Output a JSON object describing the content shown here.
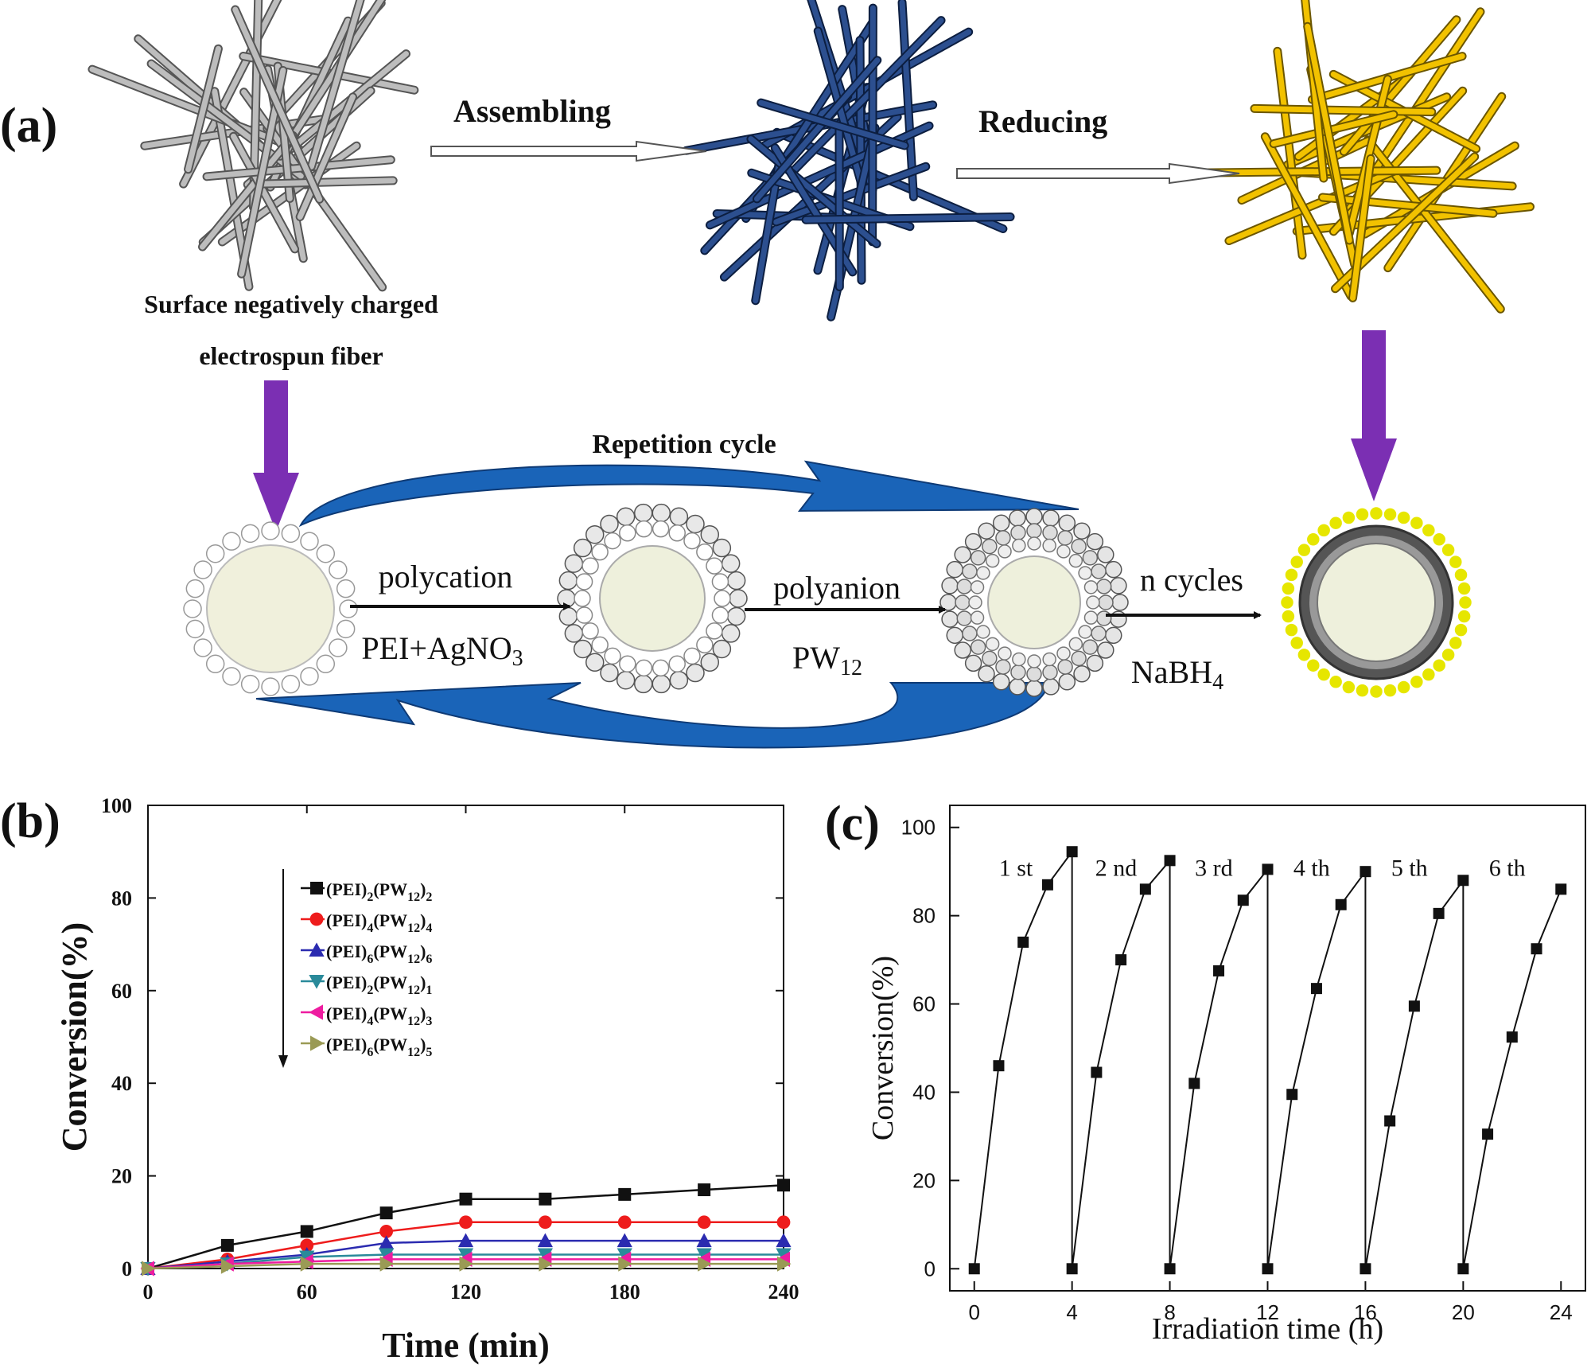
{
  "panel_a": {
    "panel_label": "(a)",
    "step_assemble": "Assembling",
    "step_reduce": "Reducing",
    "fiber_caption_line1": "Surface negatively charged",
    "fiber_caption_line2": "electrospun fiber",
    "repetition": "Repetition cycle",
    "polycation": "polycation",
    "polycation_reagent": "PEI+AgNO",
    "polycation_reagent_sub": "3",
    "polyanion": "polyanion",
    "polyanion_reagent": "PW",
    "polyanion_reagent_sub": "12",
    "n_cycles": "n cycles",
    "reducer": "NaBH",
    "reducer_sub": "4",
    "colors": {
      "fiber_gray": "#bdbdbd",
      "fiber_blue": "#1f3d75",
      "fiber_gold": "#f2c200",
      "purple": "#7b2fb3",
      "cycle_blue": "#1a64b8",
      "shell_dark": "#777777",
      "dots_yellow": "#e6e600"
    }
  },
  "chart_data": [
    {
      "panel_label": "(b)",
      "type": "line",
      "xlabel": "Time (min)",
      "ylabel": "Conversion(%)",
      "xlim": [
        0,
        240
      ],
      "ylim": [
        0,
        100
      ],
      "xticks": [
        0,
        60,
        120,
        180,
        240
      ],
      "yticks": [
        0,
        20,
        40,
        60,
        80,
        100
      ],
      "x": [
        0,
        30,
        60,
        90,
        120,
        150,
        180,
        210,
        240
      ],
      "legend_position": "upper-left",
      "legend_arrow": "down",
      "series": [
        {
          "name": "(PEI)2(PW12)2",
          "base": "(PEI)",
          "s1": "2",
          "mid": "(PW",
          "s2": "12",
          "end": ")",
          "s3": "2",
          "marker": "square",
          "color": "#111111",
          "values": [
            0,
            5,
            8,
            12,
            15,
            15,
            16,
            17,
            18
          ]
        },
        {
          "name": "(PEI)4(PW12)4",
          "base": "(PEI)",
          "s1": "4",
          "mid": "(PW",
          "s2": "12",
          "end": ")",
          "s3": "4",
          "marker": "circle",
          "color": "#ee1c1c",
          "values": [
            0,
            2,
            5,
            8,
            10,
            10,
            10,
            10,
            10
          ]
        },
        {
          "name": "(PEI)6(PW12)6",
          "base": "(PEI)",
          "s1": "6",
          "mid": "(PW",
          "s2": "12",
          "end": ")",
          "s3": "6",
          "marker": "triangle-up",
          "color": "#2b2bb0",
          "values": [
            0,
            1.5,
            3,
            5.5,
            6,
            6,
            6,
            6,
            6
          ]
        },
        {
          "name": "(PEI)2(PW12)1",
          "base": "(PEI)",
          "s1": "2",
          "mid": "(PW",
          "s2": "12",
          "end": ")",
          "s3": "1",
          "marker": "triangle-down",
          "color": "#2a8a9a",
          "values": [
            0,
            1,
            2.5,
            3,
            3,
            3,
            3,
            3,
            3
          ]
        },
        {
          "name": "(PEI)4(PW12)3",
          "base": "(PEI)",
          "s1": "4",
          "mid": "(PW",
          "s2": "12",
          "end": ")",
          "s3": "3",
          "marker": "triangle-left",
          "color": "#ee1ca0",
          "values": [
            0,
            1,
            1.5,
            2,
            2,
            2,
            2,
            2,
            2
          ]
        },
        {
          "name": "(PEI)6(PW12)5",
          "base": "(PEI)",
          "s1": "6",
          "mid": "(PW",
          "s2": "12",
          "end": ")",
          "s3": "5",
          "marker": "triangle-right",
          "color": "#9a9a55",
          "values": [
            0,
            0.5,
            1,
            1,
            1,
            1,
            1,
            1,
            1
          ]
        }
      ]
    },
    {
      "panel_label": "(c)",
      "type": "line",
      "xlabel": "Irradiation time  (h)",
      "ylabel": "Conversion(%)",
      "xlim": [
        -1,
        25
      ],
      "ylim": [
        -5,
        105
      ],
      "xticks": [
        0,
        4,
        8,
        12,
        16,
        20,
        24
      ],
      "yticks": [
        0,
        20,
        40,
        60,
        80,
        100
      ],
      "cycle_labels": [
        {
          "text": "1 st",
          "x": 1.7,
          "y": 89
        },
        {
          "text": "2 nd",
          "x": 5.8,
          "y": 89
        },
        {
          "text": "3 rd",
          "x": 9.8,
          "y": 89
        },
        {
          "text": "4 th",
          "x": 13.8,
          "y": 89
        },
        {
          "text": "5 th",
          "x": 17.8,
          "y": 89
        },
        {
          "text": "6 th",
          "x": 21.8,
          "y": 89
        }
      ],
      "series": [
        {
          "marker": "square",
          "color": "#111111",
          "x": [
            0,
            1,
            2,
            3,
            4,
            4,
            5,
            6,
            7,
            8,
            8,
            9,
            10,
            11,
            12,
            12,
            13,
            14,
            15,
            16,
            16,
            17,
            18,
            19,
            20,
            20,
            21,
            22,
            23,
            24
          ],
          "values": [
            0,
            46,
            74,
            87,
            94.5,
            0,
            44.5,
            70,
            86,
            92.5,
            0,
            42,
            67.5,
            83.5,
            90.5,
            0,
            39.5,
            63.5,
            82.5,
            90,
            0,
            33.5,
            59.5,
            80.5,
            88,
            0,
            30.5,
            52.5,
            72.5,
            86
          ]
        }
      ]
    }
  ]
}
